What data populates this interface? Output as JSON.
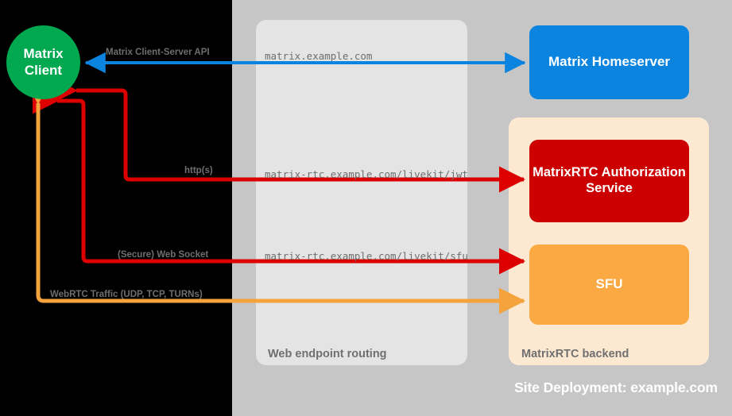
{
  "diagram": {
    "title": "Site Deployment: example.com",
    "background_color": "#000000"
  },
  "containers": [
    {
      "name": "site-deployment",
      "label": "Site Deployment: example.com",
      "color": "#c6c6c6"
    },
    {
      "name": "web-endpoint-routing",
      "label": "Web endpoint routing",
      "color": "#e4e4e4"
    },
    {
      "name": "matrixrtc-backend",
      "label": "MatrixRTC backend",
      "color": "#fde8d2"
    }
  ],
  "nodes": {
    "matrix_client": {
      "line1": "Matrix",
      "line2": "Client",
      "color": "#00a94f",
      "shape": "circle"
    },
    "matrix_homeserver": {
      "label": "Matrix Homeserver",
      "color": "#0b84e0",
      "shape": "rounded-rect"
    },
    "authorization_service": {
      "label": "MatrixRTC Authorization Service",
      "color": "#cc0000",
      "shape": "rounded-rect"
    },
    "sfu": {
      "label": "SFU",
      "color": "#fba943",
      "shape": "rounded-rect"
    }
  },
  "edges": [
    {
      "name": "matrix-client-server-api",
      "protocol_label": "Matrix Client-Server API",
      "endpoint": "matrix.example.com",
      "color": "#0b84e0",
      "direction": "bidirectional",
      "from": "matrix_client",
      "to": "matrix_homeserver"
    },
    {
      "name": "livekit-jwt",
      "protocol_label": "http(s)",
      "endpoint": "matrix-rtc.example.com/livekit/jwt",
      "color": "#dd0000",
      "direction": "bidirectional",
      "from": "matrix_client",
      "to": "authorization_service"
    },
    {
      "name": "livekit-sfu",
      "protocol_label": "(Secure) Web Socket",
      "endpoint": "matrix-rtc.example.com/livekit/sfu",
      "color": "#dd0000",
      "direction": "bidirectional",
      "from": "matrix_client",
      "to": "sfu"
    },
    {
      "name": "webrtc-traffic",
      "protocol_label": "WebRTC Traffic (UDP, TCP, TURNs)",
      "endpoint": "",
      "color": "#f5a33c",
      "direction": "bidirectional",
      "from": "matrix_client",
      "to": "sfu"
    }
  ],
  "labels": {
    "site_deployment": "Site Deployment: example.com",
    "web_endpoint_routing": "Web endpoint routing",
    "matrixrtc_backend": "MatrixRTC backend",
    "cs_api": "Matrix Client-Server API",
    "https": "http(s)",
    "websocket": "(Secure) Web Socket",
    "webrtc": "WebRTC Traffic (UDP, TCP, TURNs)",
    "url_matrix": "matrix.example.com",
    "url_jwt": "matrix-rtc.example.com/livekit/jwt",
    "url_sfu": "matrix-rtc.example.com/livekit/sfu"
  }
}
